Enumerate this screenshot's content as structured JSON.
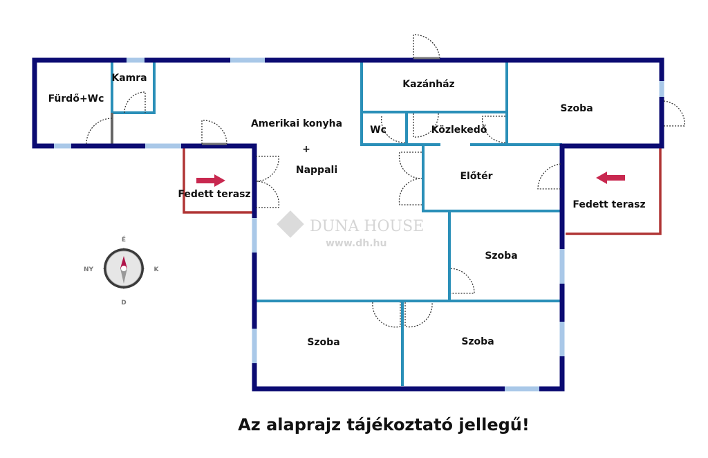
{
  "rooms": {
    "furdo": "Fürdő+Wc",
    "kamra": "Kamra",
    "konyha_line1": "Amerikai konyha",
    "konyha_plus": "+",
    "konyha_line2": "Nappali",
    "kazanhaz": "Kazánház",
    "wc": "Wc",
    "kozlekedo": "Közlekedő",
    "szoba_ne": "Szoba",
    "eloter": "Előtér",
    "terasz_left": "Fedett terasz",
    "terasz_right": "Fedett terasz",
    "szoba_mid": "Szoba",
    "szoba_sw": "Szoba",
    "szoba_se": "Szoba"
  },
  "compass": {
    "north": "É",
    "south": "D",
    "east": "K",
    "west": "NY"
  },
  "watermark": {
    "brand": "DUNA HOUSE",
    "url": "www.dh.hu"
  },
  "note": "Az alaprajz tájékoztató jellegű!",
  "colors": {
    "outer_wall": "#0b0b72",
    "inner_wall": "#2a8fb8",
    "terrace": "#b03535",
    "arrow": "#c8284f"
  }
}
